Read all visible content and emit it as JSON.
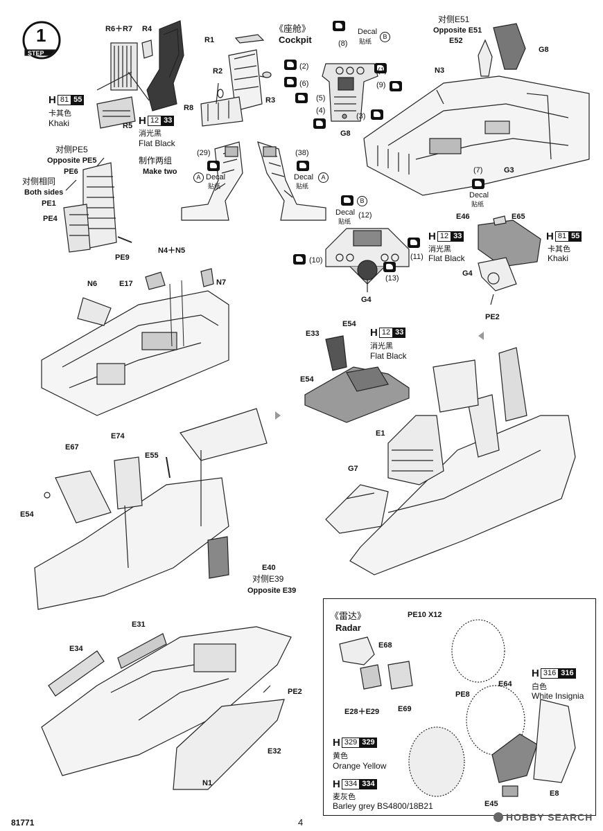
{
  "step": {
    "label": "STEP",
    "number": "1"
  },
  "cockpit": {
    "cn": "《座舱》",
    "en": "Cockpit"
  },
  "make_two": {
    "cn": "制作两组",
    "en": "Make two"
  },
  "decal_cn": "贴纸",
  "decal_en": "Decal",
  "paints": {
    "khaki": {
      "h": "H",
      "code": "81",
      "code2": "55",
      "cn": "卡其色",
      "en": "Khaki"
    },
    "flat_black": {
      "h": "H",
      "code": "12",
      "code2": "33",
      "cn": "消光黑",
      "en": "Flat Black"
    },
    "white": {
      "h": "H",
      "code": "316",
      "code2": "316",
      "cn": "白色",
      "en": "White Insignia"
    },
    "orange_yellow": {
      "h": "H",
      "code": "329",
      "code2": "329",
      "cn": "黄色",
      "en": "Orange Yellow"
    },
    "barley_grey": {
      "h": "H",
      "code": "334",
      "code2": "334",
      "cn": "麦灰色",
      "en": "Barley grey BS4800/18B21"
    }
  },
  "parts": {
    "r6r7": "R6＋R7",
    "r4": "R4",
    "r1": "R1",
    "r2": "R2",
    "r3": "R3",
    "r5": "R5",
    "r8": "R8",
    "opp_e51_cn": "对侧E51",
    "opp_e51_en": "Opposite E51",
    "e52": "E52",
    "g8": "G8",
    "n3": "N3",
    "g3": "G3",
    "p7": "(7)",
    "pe5_cn": "对侧PE5",
    "pe5_en": "Opposite PE5",
    "pe6": "PE6",
    "both_cn": "对侧相同",
    "both_en": "Both sides",
    "pe1": "PE1",
    "pe4": "PE4",
    "pe9": "PE9",
    "p29": "(29)",
    "p38": "(38)",
    "ca": "A",
    "cb": "B",
    "p8": "(8)",
    "p2": "(2)",
    "p1": "(1)",
    "p6": "(6)",
    "p9": "(9)",
    "p5": "(5)",
    "p4": "(4)",
    "p3": "(3)",
    "g8b": "G8",
    "p12": "(12)",
    "p10": "(10)",
    "p11": "(11)",
    "p13": "(13)",
    "g4": "G4",
    "e46": "E46",
    "e65": "E65",
    "g4b": "G4",
    "pe2": "PE2",
    "n4n5": "N4＋N5",
    "n6": "N6",
    "e17": "E17",
    "n7": "N7",
    "e33": "E33",
    "e54a": "E54",
    "e54b": "E54",
    "e1": "E1",
    "e67": "E67",
    "e74": "E74",
    "e55": "E55",
    "e54c": "E54",
    "e40": "E40",
    "opp_e39_cn": "对侧E39",
    "opp_e39_en": "Opposite E39",
    "g7": "G7",
    "e31": "E31",
    "e34": "E34",
    "pe2b": "PE2",
    "e32": "E32",
    "n1": "N1",
    "pe10": "PE10 X12",
    "e68": "E68",
    "e28e29": "E28＋E29",
    "e69": "E69",
    "pe8": "PE8",
    "e64": "E64",
    "e8": "E8",
    "e45": "E45"
  },
  "radar": {
    "cn": "《雷达》",
    "en": "Radar"
  },
  "footer": {
    "code": "81771",
    "page": "4",
    "watermark": "HOBBY SEARCH"
  }
}
